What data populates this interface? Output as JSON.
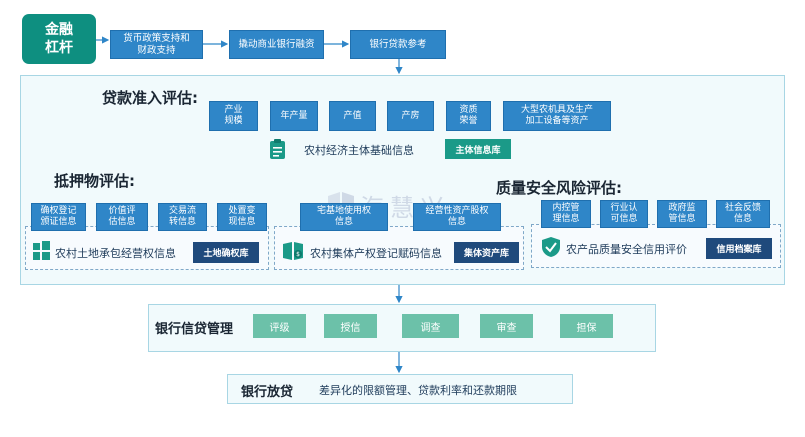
{
  "top": {
    "finance_lever_line1": "金融",
    "finance_lever_line2": "杠杆",
    "policy_box_line1": "货币政策支持和",
    "policy_box_line2": "财政支持",
    "leverage_box": "撬动商业银行融资",
    "reference_box": "银行贷款参考"
  },
  "loan_access": {
    "title": "贷款准入评估:",
    "items": [
      {
        "l1": "产业",
        "l2": "规模"
      },
      {
        "l1": "年产量",
        "l2": ""
      },
      {
        "l1": "产值",
        "l2": ""
      },
      {
        "l1": "产房",
        "l2": ""
      },
      {
        "l1": "资质",
        "l2": "荣誉"
      },
      {
        "l1": "大型农机具及生产",
        "l2": "加工设备等资产"
      }
    ],
    "info_label": "农村经济主体基础信息",
    "db_tag": "主体信息库"
  },
  "collateral": {
    "title": "抵押物评估:",
    "items": [
      {
        "l1": "确权登记",
        "l2": "颁证信息"
      },
      {
        "l1": "价值评",
        "l2": "估信息"
      },
      {
        "l1": "交易流",
        "l2": "转信息"
      },
      {
        "l1": "处置变",
        "l2": "现信息"
      }
    ],
    "info_label": "农村土地承包经营权信息",
    "db_tag": "土地确权库"
  },
  "collective": {
    "items": [
      {
        "l1": "宅基地使用权",
        "l2": "信息"
      },
      {
        "l1": "经营性资产股权",
        "l2": "信息"
      }
    ],
    "info_label": "农村集体产权登记赋码信息",
    "db_tag": "集体资产库"
  },
  "quality": {
    "title": "质量安全风险评估:",
    "items": [
      {
        "l1": "内控管",
        "l2": "理信息"
      },
      {
        "l1": "行业认",
        "l2": "可信息"
      },
      {
        "l1": "政府监",
        "l2": "管信息"
      },
      {
        "l1": "社会反馈",
        "l2": "信息"
      }
    ],
    "info_label": "农产品质量安全信用评价",
    "db_tag": "信用档案库"
  },
  "credit_mgmt": {
    "title": "银行信贷管理",
    "steps": [
      "评级",
      "授信",
      "调查",
      "审查",
      "担保"
    ]
  },
  "loan_issue": {
    "title": "银行放贷",
    "desc": "差异化的限额管理、贷款利率和还款期限"
  },
  "watermark": "海慧兴",
  "colors": {
    "teal": "#0e8f80",
    "blue": "#2f86c8",
    "navy": "#1f4a7c",
    "green": "#6cc1a9",
    "panel_border": "#a8d6e4"
  }
}
